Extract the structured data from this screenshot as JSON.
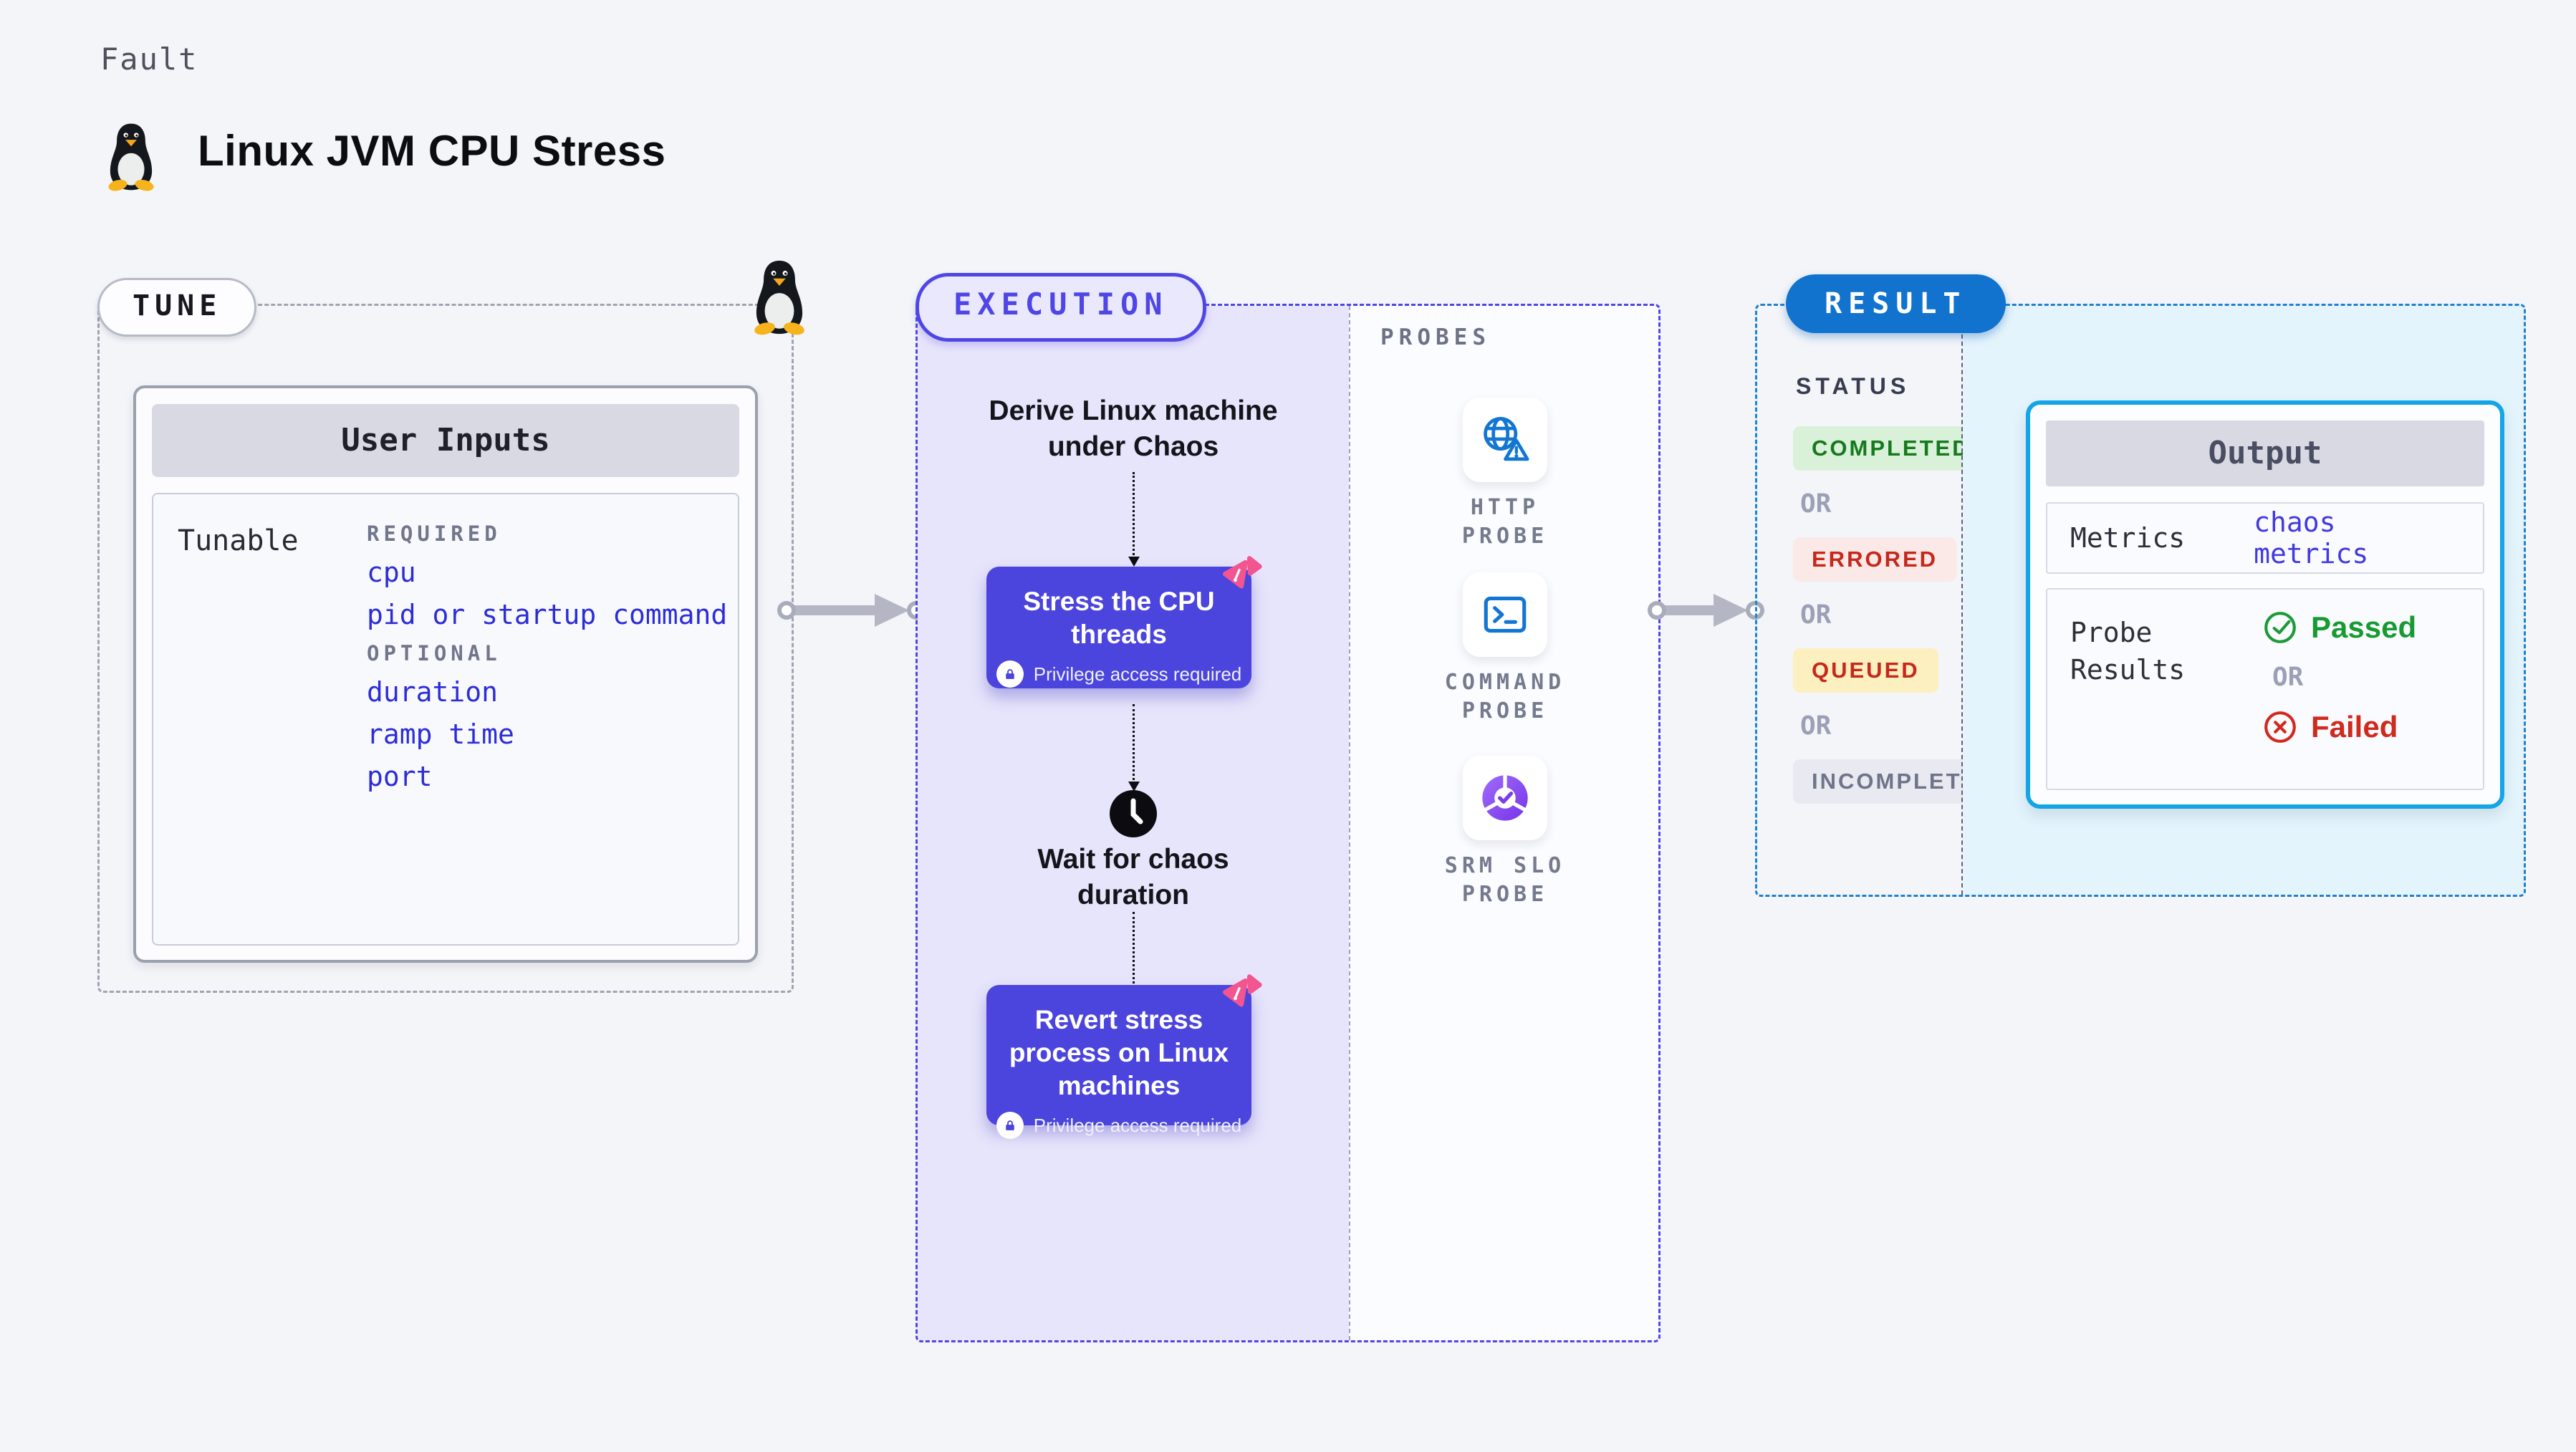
{
  "header": {
    "fault_label": "Fault",
    "title": "Linux JVM CPU Stress"
  },
  "tune": {
    "badge": "TUNE",
    "card_title": "User Inputs",
    "tunable_label": "Tunable",
    "required_label": "REQUIRED",
    "required_items": [
      "cpu",
      "pid or startup command"
    ],
    "optional_label": "OPTIONAL",
    "optional_items": [
      "duration",
      "ramp time",
      "port"
    ]
  },
  "execution": {
    "badge": "EXECUTION",
    "derive_step": "Derive Linux machine under Chaos",
    "stress_card": {
      "title": "Stress the CPU threads",
      "note": "Privilege access required"
    },
    "wait_step": "Wait for chaos duration",
    "revert_card": {
      "title": "Revert stress process on Linux machines",
      "note": "Privilege access required"
    }
  },
  "probes": {
    "label": "PROBES",
    "items": [
      {
        "label": "HTTP PROBE",
        "icon": "globe-alert-icon"
      },
      {
        "label": "COMMAND PROBE",
        "icon": "terminal-icon"
      },
      {
        "label": "SRM SLO PROBE",
        "icon": "pie-check-icon"
      }
    ]
  },
  "result": {
    "badge": "RESULT",
    "status_label": "STATUS",
    "or_label": "OR",
    "statuses": [
      {
        "label": "COMPLETED",
        "bg": "#d9f1d9",
        "color": "#157a1e"
      },
      {
        "label": "ERRORED",
        "bg": "#fbe9e8",
        "color": "#c6281b"
      },
      {
        "label": "QUEUED",
        "bg": "#fcefc0",
        "color": "#c6281b"
      },
      {
        "label": "INCOMPLETED",
        "bg": "#e8e9f1",
        "color": "#6f7488"
      }
    ],
    "output": {
      "title": "Output",
      "metrics_label": "Metrics",
      "metrics_value": "chaos metrics",
      "probe_results_label": "Probe Results",
      "passed_label": "Passed",
      "or_label": "OR",
      "failed_label": "Failed"
    }
  },
  "colors": {
    "page_bg": "#f3f5f9",
    "indigo_accent": "#4f46e5",
    "indigo_card": "#4b44dd",
    "lavender_panel": "#e7e5fb",
    "param_blue": "#2d2dd8",
    "result_badge_blue": "#1173cd",
    "result_border_blue": "#1e82d4",
    "output_border_cyan": "#13a5e6",
    "cyan_panel": "#e4f4fc",
    "passed_green": "#189a32",
    "failed_red": "#d02a1e",
    "arrow_gray": "#b4b7c3",
    "probe_icon_blue": "#1276d2",
    "srm_icon_purple": "#7d3bea",
    "chaos_logo_pink": "#f2558f"
  }
}
